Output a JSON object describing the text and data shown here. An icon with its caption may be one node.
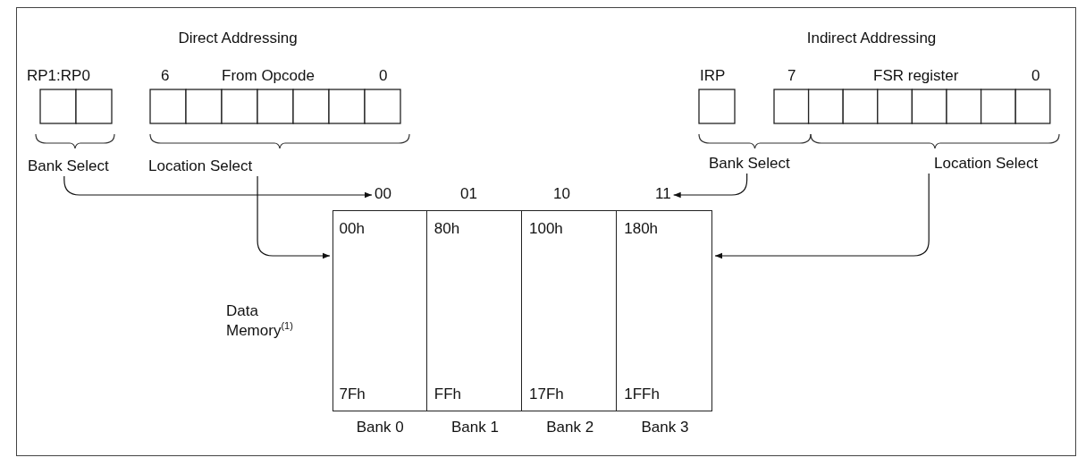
{
  "diagram": {
    "nodes": [
      {
        "text": [
          "RP1:RP0"
        ]
      },
      {
        "text": [
          "6",
          "From Opcode",
          "0"
        ]
      },
      {
        "text": [
          "IRP"
        ]
      },
      {
        "text": [
          "7",
          "FSR register",
          "0"
        ]
      },
      {
        "text": [
          "Bank Select"
        ]
      },
      {
        "text": [
          "Location Select"
        ]
      },
      {
        "text": [
          "Bank Select"
        ]
      },
      {
        "text": [
          "Location Select"
        ]
      },
      {
        "text": [
          "00"
        ]
      },
      {
        "text": [
          "11"
        ]
      },
      {
        "text": [],
        "shape": "box",
        "beside": [
          "Data Memory$^{(1)}$"
        ]
      },
      {
        "text": [
          "00h",
          "7Fh"
        ],
        "in": 10,
        "beside": [
          "Bank 0"
        ]
      },
      {
        "text": [
          "80h",
          "FFh"
        ],
        "in": 10,
        "beside": [
          "Bank 1"
        ]
      },
      {
        "text": [
          "100h",
          "17Fh"
        ],
        "in": 10,
        "beside": [
          "Bank 2"
        ]
      },
      {
        "text": [
          "180h",
          "1FFh"
        ],
        "in": 10,
        "beside": [
          "Bank 3"
        ]
      }
    ],
    "edges": [
      {
        "from": 4,
        "to": 8,
        "arrow": "to"
      },
      {
        "from": 5,
        "to": 10,
        "arrow": "to"
      },
      {
        "from": 6,
        "to": 9,
        "arrow": "to"
      },
      {
        "from": 7,
        "to": 10,
        "arrow": "to"
      }
    ],
    "labels": [
      "Direct Addressing",
      "Indirect Addressing",
      "01",
      "10"
    ]
  }
}
